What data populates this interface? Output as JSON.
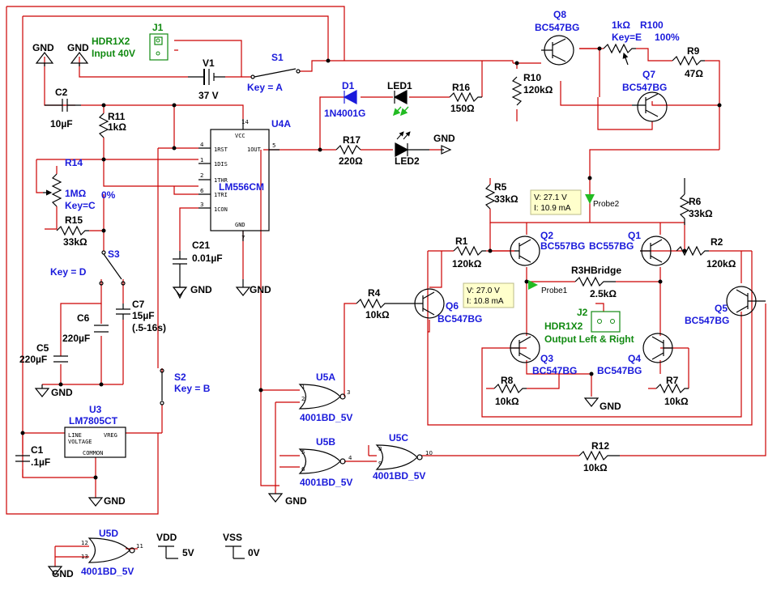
{
  "components": {
    "J1": {
      "ref": "J1",
      "type": "HDR1X2",
      "value": "Input 40V"
    },
    "V1": {
      "ref": "V1",
      "value": "37 V"
    },
    "S1": {
      "ref": "S1",
      "key": "Key = A"
    },
    "S2": {
      "ref": "S2",
      "key": "Key = B"
    },
    "S3": {
      "ref": "S3",
      "key": "Key = D"
    },
    "C1": {
      "ref": "C1",
      "value": ".1µF"
    },
    "C2": {
      "ref": "C2",
      "value": "10µF"
    },
    "C5": {
      "ref": "C5",
      "value": "220µF"
    },
    "C6": {
      "ref": "C6",
      "value": "220µF"
    },
    "C7": {
      "ref": "C7",
      "value": "15µF",
      "note": "(.5-16s)"
    },
    "C21": {
      "ref": "C21",
      "value": "0.01µF"
    },
    "R1": {
      "ref": "R1",
      "value": "120kΩ"
    },
    "R2": {
      "ref": "R2",
      "value": "120kΩ"
    },
    "R4": {
      "ref": "R4",
      "value": "10kΩ"
    },
    "R5": {
      "ref": "R5",
      "value": "33kΩ"
    },
    "R6": {
      "ref": "R6",
      "value": "33kΩ"
    },
    "R7": {
      "ref": "R7",
      "value": "10kΩ"
    },
    "R8": {
      "ref": "R8",
      "value": "10kΩ"
    },
    "R9": {
      "ref": "R9",
      "value": "47Ω"
    },
    "R10": {
      "ref": "R10",
      "value": "120kΩ"
    },
    "R11": {
      "ref": "R11",
      "value": "1kΩ"
    },
    "R12": {
      "ref": "R12",
      "value": "10kΩ"
    },
    "R14": {
      "ref": "R14",
      "value": "1MΩ",
      "key": "Key=C",
      "percent": "0%"
    },
    "R15": {
      "ref": "R15",
      "value": "33kΩ"
    },
    "R16": {
      "ref": "R16",
      "value": "150Ω"
    },
    "R17": {
      "ref": "R17",
      "value": "220Ω"
    },
    "R100": {
      "ref": "R100",
      "value": "1kΩ",
      "key": "Key=E",
      "percent": "100%"
    },
    "R3": {
      "ref": "R3HBridge",
      "value": "2.5kΩ"
    },
    "D1": {
      "ref": "D1",
      "value": "1N4001G"
    },
    "LED1": {
      "ref": "LED1"
    },
    "LED2": {
      "ref": "LED2"
    },
    "U4A": {
      "ref": "U4A",
      "value": "LM556CM"
    },
    "U3": {
      "ref": "U3",
      "value": "LM7805CT"
    },
    "U5A": {
      "ref": "U5A",
      "value": "4001BD_5V"
    },
    "U5B": {
      "ref": "U5B",
      "value": "4001BD_5V"
    },
    "U5C": {
      "ref": "U5C",
      "value": "4001BD_5V"
    },
    "U5D": {
      "ref": "U5D",
      "value": "4001BD_5V"
    },
    "J2": {
      "ref": "J2",
      "type": "HDR1X2",
      "value": "Output Left & Right"
    },
    "Q1": {
      "ref": "Q1",
      "value": "BC557BG"
    },
    "Q2": {
      "ref": "Q2",
      "value": "BC557BG"
    },
    "Q3": {
      "ref": "Q3",
      "value": "BC547BG"
    },
    "Q4": {
      "ref": "Q4",
      "value": "BC547BG"
    },
    "Q5": {
      "ref": "Q5",
      "value": "BC547BG"
    },
    "Q6": {
      "ref": "Q6",
      "value": "BC547BG"
    },
    "Q7": {
      "ref": "Q7",
      "value": "BC547BG"
    },
    "Q8": {
      "ref": "Q8",
      "value": "BC547BG"
    }
  },
  "ic_pins": {
    "u4a": {
      "vcc": "VCC",
      "rst": "1RST",
      "dis": "1DIS",
      "thr": "1THR",
      "tri": "1TRI",
      "con": "1CON",
      "out": "1OUT",
      "gnd": "GND"
    },
    "u3": {
      "line": "LINE",
      "voltage": "VOLTAGE",
      "vreg": "VREG",
      "common": "COMMON"
    }
  },
  "probes": {
    "probe1": {
      "name": "Probe1",
      "v": "V: 27.0 V",
      "i": "I: 10.8 mA"
    },
    "probe2": {
      "name": "Probe2",
      "v": "V: 27.1 V",
      "i": "I: 10.9 mA"
    }
  },
  "power": {
    "gnd": "GND",
    "vdd": "VDD",
    "vdd_value": "5V",
    "vss": "VSS",
    "vss_value": "0V"
  }
}
